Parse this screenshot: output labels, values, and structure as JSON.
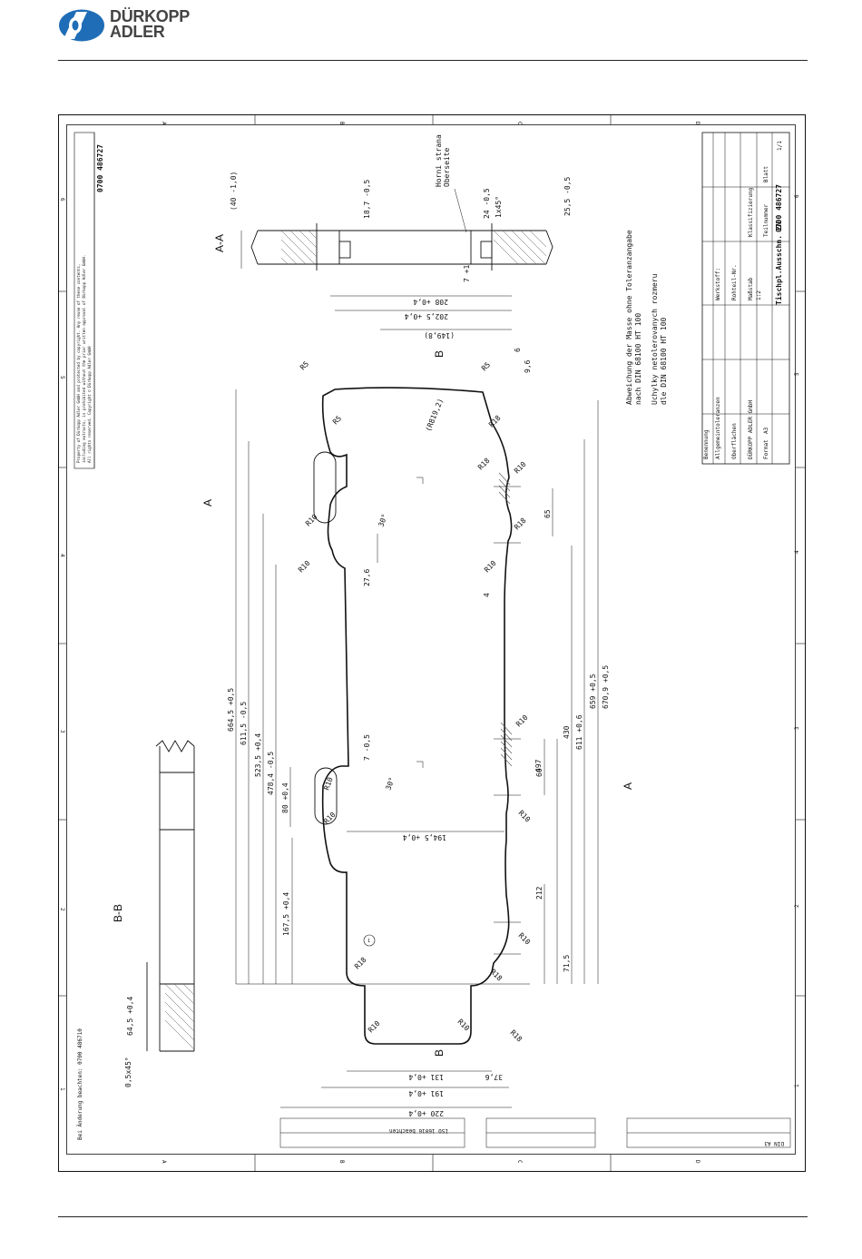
{
  "header": {
    "brand_line1": "DÜRKOPP",
    "brand_line2": "ADLER"
  },
  "drawing": {
    "section_aa": "A-A",
    "section_bb": "B-B",
    "section_marker_a": "A",
    "section_marker_b": "B",
    "surface_note_line1": "Horni strana",
    "surface_note_line2": "Oberseite",
    "tolerance_note": [
      "Abweichung der Masse ohne Toleranzangabe",
      "nach DIN 68100 HT 100",
      "Uchylky netolerovanych rozmeru",
      "dle DIN 68100 HT 100"
    ],
    "copyright_note": [
      "Property of Dürkopp Adler GmbH and protected by copyright. Any reuse of these contents,",
      "including extracts, is prohibited without the prior written approval of Dürkopp Adler GmbH.",
      "All rights reserved. Copyright © Dürkopp Adler GmbH"
    ],
    "side_number": "0700 486727",
    "change_note": "Bei Änderung beachten: 0700 486710",
    "grid_letters": [
      "A",
      "B",
      "C",
      "D"
    ],
    "grid_numbers": [
      "1",
      "2",
      "3",
      "4",
      "5",
      "6"
    ],
    "dimensions_vertical": [
      "664,5 +0,5",
      "611,5 -0,5",
      "523,5 +0,4",
      "478,4 -0,5",
      "80 +0,4",
      "167,5 +0,4",
      "27,6",
      "65",
      "430",
      "497",
      "611 +0,6",
      "659 +0,5",
      "670,9 +0,5",
      "60",
      "212",
      "71,5"
    ],
    "dimensions_horizontal": [
      "208 +0,4",
      "202,5 +0,4",
      "(149,8)",
      "(R819,2)",
      "194,5 +0,4",
      "131 +0,4",
      "191 +0,4",
      "220 +0,4",
      "37,6"
    ],
    "radii": [
      "R5",
      "R5",
      "R5",
      "R18",
      "R18",
      "R10",
      "R10",
      "R18",
      "R10",
      "R10",
      "R10",
      "R10",
      "R10",
      "R10",
      "R10",
      "R18",
      "R18",
      "R10",
      "R10",
      "R18"
    ],
    "angles": [
      "30°",
      "30°"
    ],
    "section_dims": [
      "(40 -1,0)",
      "18,7 -0,5",
      "24 -0,5",
      "1x45°",
      "25,5 -0,5",
      "7 +1",
      "6",
      "9,6",
      "4",
      "7 -0,5",
      "0,5x45°",
      "64,5 +0,4"
    ],
    "item_balloon": "1"
  },
  "title_block": {
    "part_number": "0700 486727",
    "title": "Tischpl.Ausschn. 2N",
    "sheet": "1/1",
    "scale": "1:2",
    "company": "DÜRKOPP ADLER GmbH",
    "labels": {
      "benennung": "Benennung",
      "teilnummer": "Teilnummer",
      "blatt": "Blatt",
      "massstab": "Maßstab",
      "werkstoff": "Werkstoff:",
      "rohteil": "Rohteil-Nr.",
      "klassifizierung": "Klassifizierung",
      "format": "Format",
      "format_value": "A3"
    },
    "approvals": [
      "Allgemeintoleranzen",
      "Oberflächen",
      "ISO 16016 beachten"
    ],
    "revision_row": "DIN A3"
  }
}
